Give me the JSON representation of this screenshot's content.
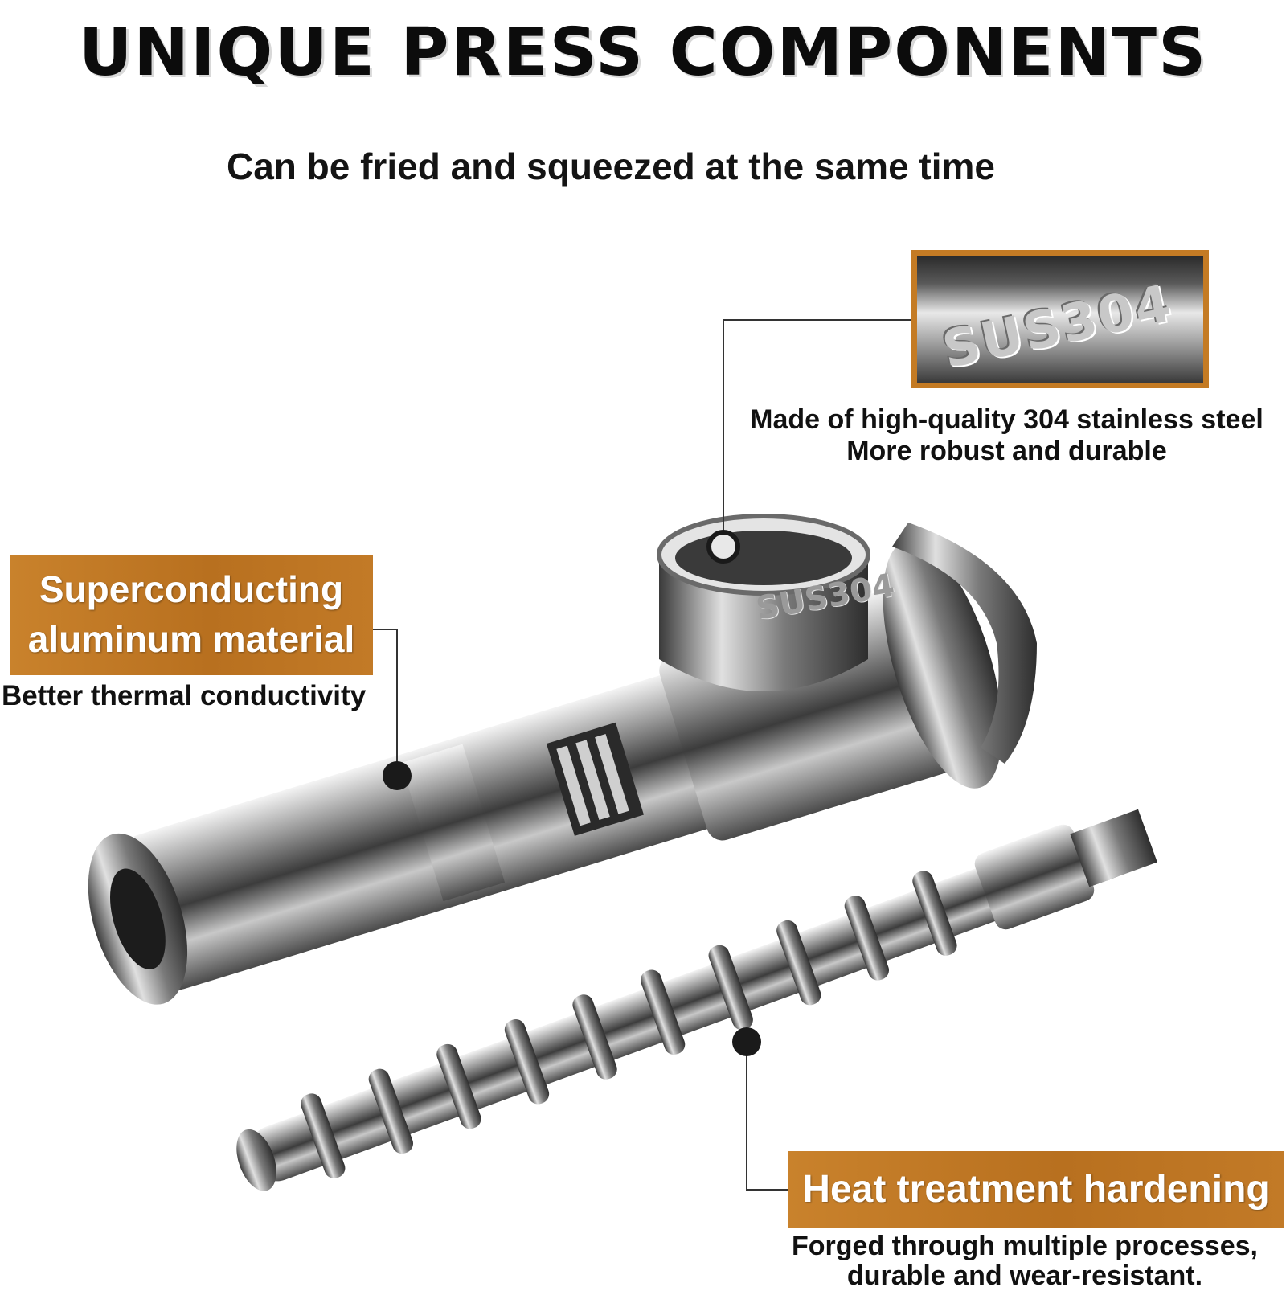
{
  "title": "UNIQUE PRESS COMPONENTS",
  "subtitle": "Can be fried and squeezed at the same time",
  "features": {
    "steel": {
      "inset_stamp": "SUS304",
      "line1": "Made of high-quality 304 stainless steel",
      "line2": "More robust and durable"
    },
    "aluminum": {
      "heading_line1": "Superconducting",
      "heading_line2": "aluminum material",
      "caption": "Better thermal conductivity"
    },
    "heat": {
      "heading": "Heat treatment hardening",
      "line1": "Forged through multiple processes,",
      "line2": "durable and wear-resistant."
    }
  },
  "product_stamp": "SUS304",
  "colors": {
    "accent_orange": "#c47b24",
    "title": "#0c0c0c",
    "metal_light": "#e8e8e8",
    "metal_dark": "#3a3a3a"
  }
}
